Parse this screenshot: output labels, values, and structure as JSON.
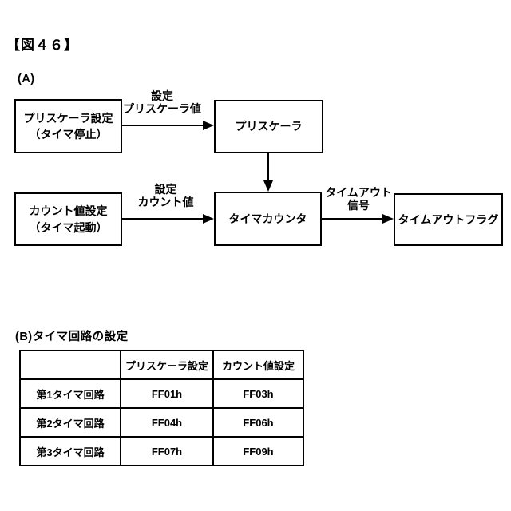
{
  "title": "【図４６】",
  "colors": {
    "line": "#000000",
    "background": "#ffffff"
  },
  "panel_a": {
    "label": "(A)",
    "boxes": {
      "prescaler_setting": {
        "line1": "プリスケーラ設定",
        "line2": "（タイマ停止）"
      },
      "prescaler": {
        "label": "プリスケーラ"
      },
      "count_setting": {
        "line1": "カウント値設定",
        "line2": "（タイマ起動）"
      },
      "timer_counter": {
        "label": "タイマカウンタ"
      },
      "timeout_flag": {
        "label": "タイムアウトフラグ"
      }
    },
    "arrows": {
      "prescaler_value": {
        "line1": "設定",
        "line2": "プリスケーラ値"
      },
      "count_value": {
        "line1": "設定",
        "line2": "カウント値"
      },
      "timeout_signal": {
        "line1": "タイムアウト",
        "line2": "信号"
      }
    }
  },
  "panel_b": {
    "label": "(B)タイマ回路の設定",
    "table": {
      "headers": [
        "",
        "プリスケーラ設定",
        "カウント値設定"
      ],
      "rows": [
        [
          "第1タイマ回路",
          "FF01h",
          "FF03h"
        ],
        [
          "第2タイマ回路",
          "FF04h",
          "FF06h"
        ],
        [
          "第3タイマ回路",
          "FF07h",
          "FF09h"
        ]
      ]
    }
  }
}
